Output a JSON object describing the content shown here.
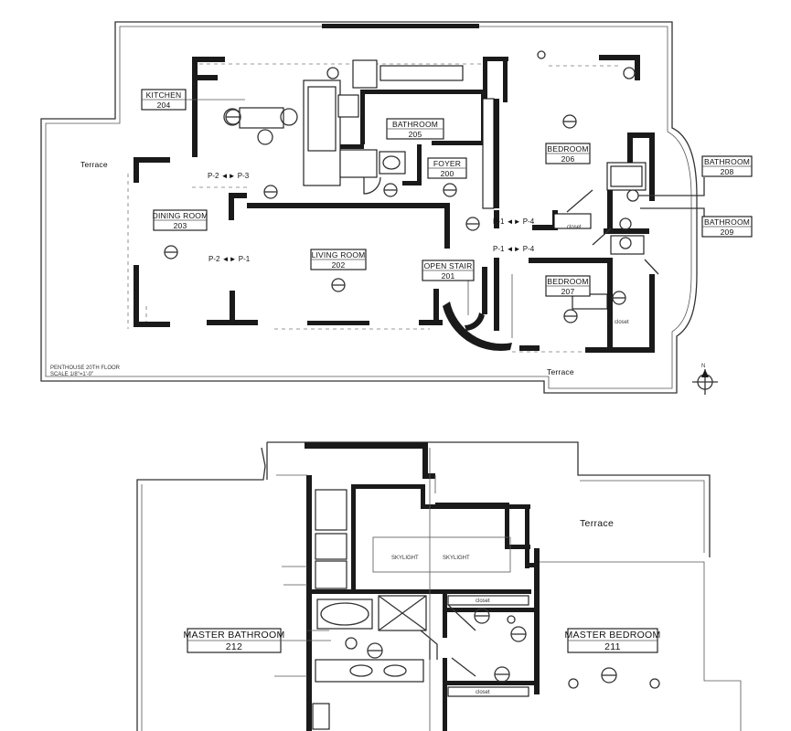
{
  "upper_plan": {
    "terrace_left": "Terrace",
    "terrace_bottom": "Terrace",
    "kitchen": {
      "name": "KITCHEN",
      "number": "204"
    },
    "bathroom_center": {
      "name": "BATHROOM",
      "number": "205"
    },
    "foyer": {
      "name": "FOYER",
      "number": "200"
    },
    "dining_room": {
      "name": "DINING ROOM",
      "number": "203"
    },
    "living_room": {
      "name": "LIVING ROOM",
      "number": "202"
    },
    "open_stair": {
      "name": "OPEN STAIR",
      "number": "201"
    },
    "bedroom_upper": {
      "name": "BEDROOM",
      "number": "206"
    },
    "bedroom_lower": {
      "name": "BEDROOM",
      "number": "207"
    },
    "bathroom_right_1": {
      "name": "BATHROOM",
      "number": "208"
    },
    "bathroom_right_2": {
      "name": "BATHROOM",
      "number": "209"
    },
    "closet_labels": [
      "closet",
      "closet"
    ],
    "tags": {
      "p2_p3": "P-2 ◄► P-3",
      "p2_p1": "P-2 ◄► P-1",
      "p1_p4_a": "P-1 ◄► P-4",
      "p1_p4_b": "P-1 ◄► P-4"
    },
    "caption": [
      "PENTHOUSE 20TH FLOOR",
      "SCALE 1/8\"=1'-0\""
    ],
    "north_label": "N"
  },
  "lower_plan": {
    "terrace": "Terrace",
    "master_bathroom": {
      "name": "MASTER BATHROOM",
      "number": "212"
    },
    "master_bedroom": {
      "name": "MASTER BEDROOM",
      "number": "211"
    },
    "closet_labels": [
      "closet",
      "closet"
    ],
    "skylight_labels": [
      "SKYLIGHT",
      "SKYLIGHT"
    ]
  }
}
